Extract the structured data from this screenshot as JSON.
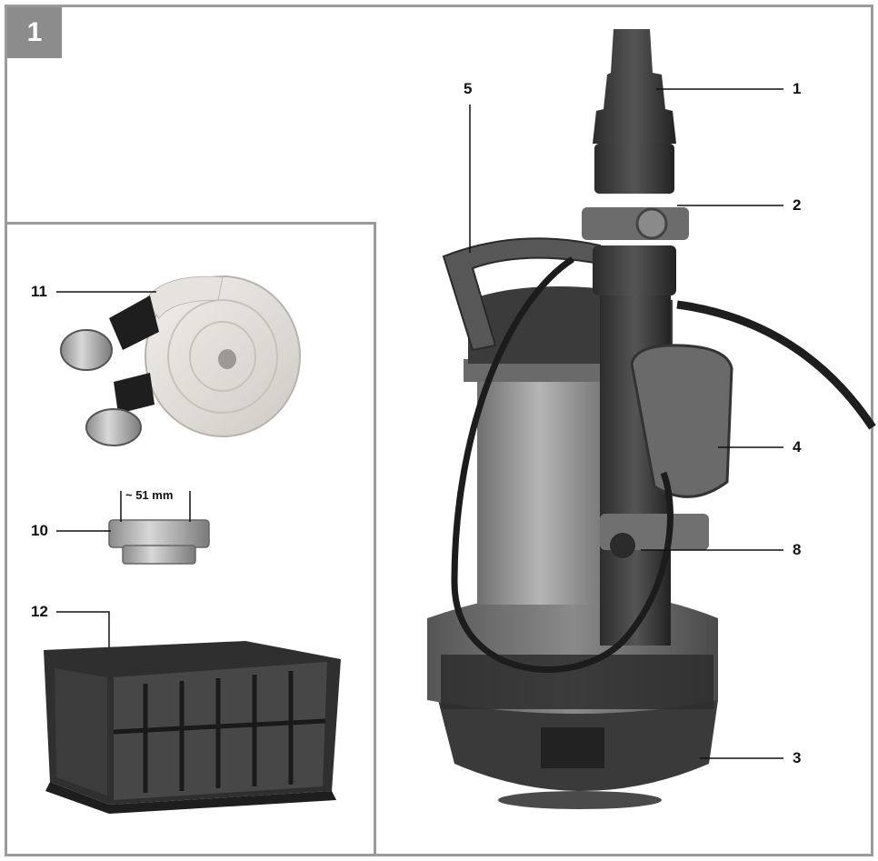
{
  "figure": {
    "number": "1"
  },
  "callouts": {
    "c1": "1",
    "c2": "2",
    "c3": "3",
    "c4": "4",
    "c5": "5",
    "c8": "8",
    "c10": "10",
    "c11": "11",
    "c12": "12"
  },
  "dimension": {
    "coupling_width": "~ 51 mm"
  },
  "colors": {
    "frame": "#9a9a9a",
    "badge": "#8c8c8c"
  }
}
